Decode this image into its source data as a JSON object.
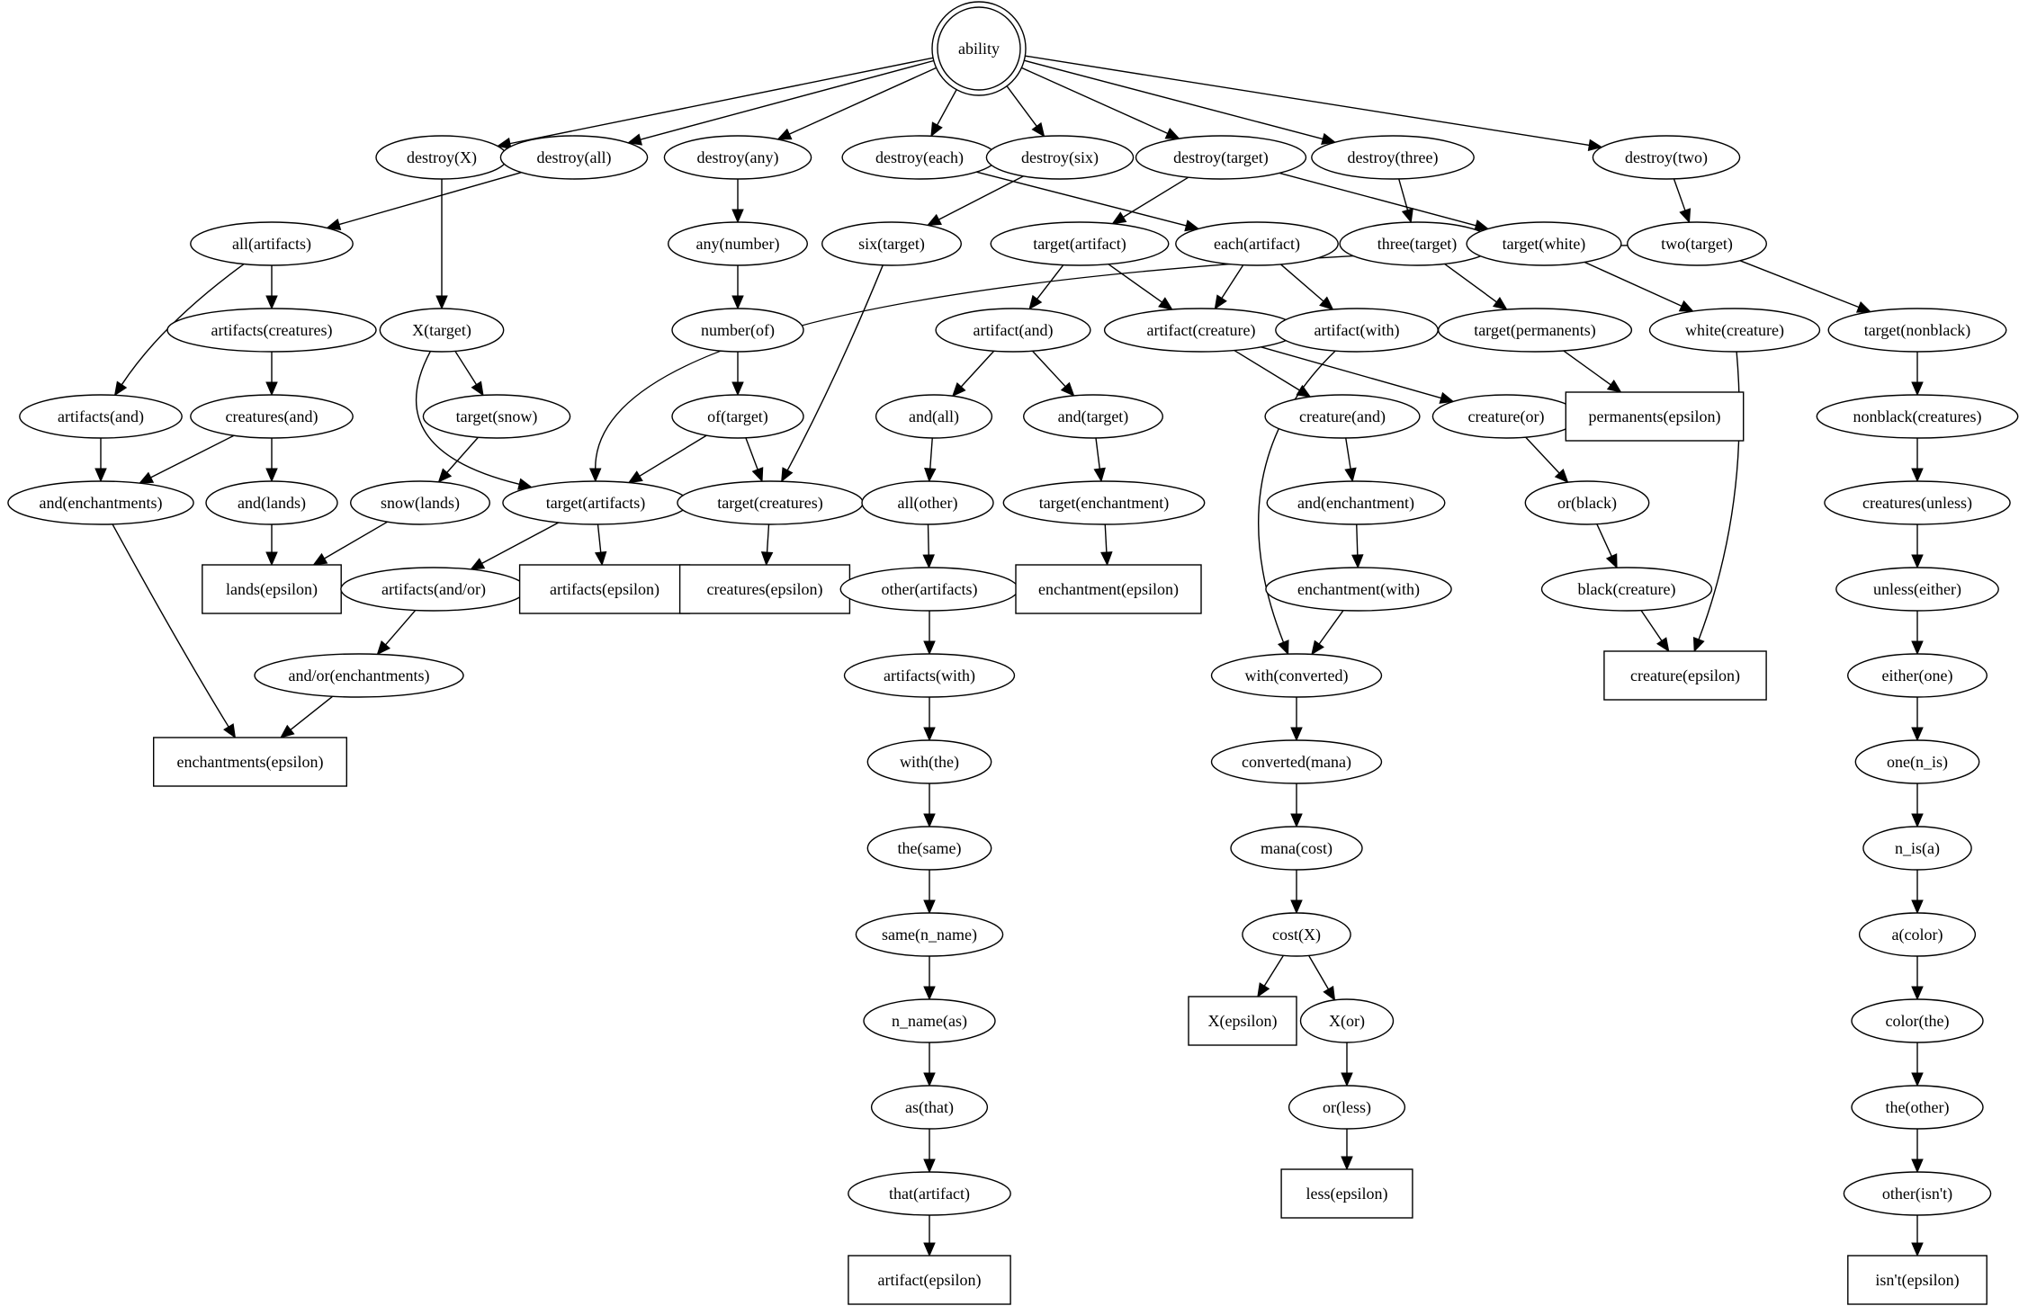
{
  "graph": {
    "type": "directed-tree",
    "root": "ability",
    "colors": {
      "stroke": "#000000",
      "fill": "#ffffff",
      "text": "#000000"
    },
    "nodes": [
      {
        "id": "ability",
        "label": "ability",
        "shape": "doublecircle"
      },
      {
        "id": "destroy_X",
        "label": "destroy(X)",
        "shape": "ellipse"
      },
      {
        "id": "destroy_all",
        "label": "destroy(all)",
        "shape": "ellipse"
      },
      {
        "id": "destroy_any",
        "label": "destroy(any)",
        "shape": "ellipse"
      },
      {
        "id": "destroy_each",
        "label": "destroy(each)",
        "shape": "ellipse"
      },
      {
        "id": "destroy_six",
        "label": "destroy(six)",
        "shape": "ellipse"
      },
      {
        "id": "destroy_target",
        "label": "destroy(target)",
        "shape": "ellipse"
      },
      {
        "id": "destroy_three",
        "label": "destroy(three)",
        "shape": "ellipse"
      },
      {
        "id": "destroy_two",
        "label": "destroy(two)",
        "shape": "ellipse"
      },
      {
        "id": "all_artifacts",
        "label": "all(artifacts)",
        "shape": "ellipse"
      },
      {
        "id": "any_number",
        "label": "any(number)",
        "shape": "ellipse"
      },
      {
        "id": "six_target",
        "label": "six(target)",
        "shape": "ellipse"
      },
      {
        "id": "target_artifact",
        "label": "target(artifact)",
        "shape": "ellipse"
      },
      {
        "id": "each_artifact",
        "label": "each(artifact)",
        "shape": "ellipse"
      },
      {
        "id": "three_target",
        "label": "three(target)",
        "shape": "ellipse"
      },
      {
        "id": "target_white",
        "label": "target(white)",
        "shape": "ellipse"
      },
      {
        "id": "two_target",
        "label": "two(target)",
        "shape": "ellipse"
      },
      {
        "id": "artifacts_creatures",
        "label": "artifacts(creatures)",
        "shape": "ellipse"
      },
      {
        "id": "X_target",
        "label": "X(target)",
        "shape": "ellipse"
      },
      {
        "id": "number_of",
        "label": "number(of)",
        "shape": "ellipse"
      },
      {
        "id": "artifact_and",
        "label": "artifact(and)",
        "shape": "ellipse"
      },
      {
        "id": "artifact_creature",
        "label": "artifact(creature)",
        "shape": "ellipse"
      },
      {
        "id": "artifact_with",
        "label": "artifact(with)",
        "shape": "ellipse"
      },
      {
        "id": "target_permanents",
        "label": "target(permanents)",
        "shape": "ellipse"
      },
      {
        "id": "white_creature",
        "label": "white(creature)",
        "shape": "ellipse"
      },
      {
        "id": "target_nonblack",
        "label": "target(nonblack)",
        "shape": "ellipse"
      },
      {
        "id": "artifacts_and",
        "label": "artifacts(and)",
        "shape": "ellipse"
      },
      {
        "id": "creatures_and",
        "label": "creatures(and)",
        "shape": "ellipse"
      },
      {
        "id": "target_snow",
        "label": "target(snow)",
        "shape": "ellipse"
      },
      {
        "id": "of_target",
        "label": "of(target)",
        "shape": "ellipse"
      },
      {
        "id": "and_all",
        "label": "and(all)",
        "shape": "ellipse"
      },
      {
        "id": "and_target",
        "label": "and(target)",
        "shape": "ellipse"
      },
      {
        "id": "creature_and",
        "label": "creature(and)",
        "shape": "ellipse"
      },
      {
        "id": "creature_or",
        "label": "creature(or)",
        "shape": "ellipse"
      },
      {
        "id": "permanents_epsilon",
        "label": "permanents(epsilon)",
        "shape": "box"
      },
      {
        "id": "nonblack_creatures",
        "label": "nonblack(creatures)",
        "shape": "ellipse"
      },
      {
        "id": "and_enchantments",
        "label": "and(enchantments)",
        "shape": "ellipse"
      },
      {
        "id": "and_lands",
        "label": "and(lands)",
        "shape": "ellipse"
      },
      {
        "id": "snow_lands",
        "label": "snow(lands)",
        "shape": "ellipse"
      },
      {
        "id": "target_artifacts",
        "label": "target(artifacts)",
        "shape": "ellipse"
      },
      {
        "id": "target_creatures",
        "label": "target(creatures)",
        "shape": "ellipse"
      },
      {
        "id": "all_other",
        "label": "all(other)",
        "shape": "ellipse"
      },
      {
        "id": "target_enchantment",
        "label": "target(enchantment)",
        "shape": "ellipse"
      },
      {
        "id": "and_enchantment",
        "label": "and(enchantment)",
        "shape": "ellipse"
      },
      {
        "id": "or_black",
        "label": "or(black)",
        "shape": "ellipse"
      },
      {
        "id": "creatures_unless",
        "label": "creatures(unless)",
        "shape": "ellipse"
      },
      {
        "id": "lands_epsilon",
        "label": "lands(epsilon)",
        "shape": "box"
      },
      {
        "id": "artifacts_andor",
        "label": "artifacts(and/or)",
        "shape": "ellipse"
      },
      {
        "id": "artifacts_epsilon",
        "label": "artifacts(epsilon)",
        "shape": "box"
      },
      {
        "id": "creatures_epsilon",
        "label": "creatures(epsilon)",
        "shape": "box"
      },
      {
        "id": "other_artifacts",
        "label": "other(artifacts)",
        "shape": "ellipse"
      },
      {
        "id": "enchantment_epsilon",
        "label": "enchantment(epsilon)",
        "shape": "box"
      },
      {
        "id": "enchantment_with",
        "label": "enchantment(with)",
        "shape": "ellipse"
      },
      {
        "id": "black_creature",
        "label": "black(creature)",
        "shape": "ellipse"
      },
      {
        "id": "unless_either",
        "label": "unless(either)",
        "shape": "ellipse"
      },
      {
        "id": "andor_enchantments",
        "label": "and/or(enchantments)",
        "shape": "ellipse"
      },
      {
        "id": "artifacts_with",
        "label": "artifacts(with)",
        "shape": "ellipse"
      },
      {
        "id": "with_converted",
        "label": "with(converted)",
        "shape": "ellipse"
      },
      {
        "id": "creature_epsilon",
        "label": "creature(epsilon)",
        "shape": "box"
      },
      {
        "id": "either_one",
        "label": "either(one)",
        "shape": "ellipse"
      },
      {
        "id": "enchantments_epsilon",
        "label": "enchantments(epsilon)",
        "shape": "box"
      },
      {
        "id": "with_the",
        "label": "with(the)",
        "shape": "ellipse"
      },
      {
        "id": "converted_mana",
        "label": "converted(mana)",
        "shape": "ellipse"
      },
      {
        "id": "one_n_is",
        "label": "one(n_is)",
        "shape": "ellipse"
      },
      {
        "id": "the_same",
        "label": "the(same)",
        "shape": "ellipse"
      },
      {
        "id": "mana_cost",
        "label": "mana(cost)",
        "shape": "ellipse"
      },
      {
        "id": "n_is_a",
        "label": "n_is(a)",
        "shape": "ellipse"
      },
      {
        "id": "same_n_name",
        "label": "same(n_name)",
        "shape": "ellipse"
      },
      {
        "id": "cost_X",
        "label": "cost(X)",
        "shape": "ellipse"
      },
      {
        "id": "a_color",
        "label": "a(color)",
        "shape": "ellipse"
      },
      {
        "id": "n_name_as",
        "label": "n_name(as)",
        "shape": "ellipse"
      },
      {
        "id": "X_epsilon",
        "label": "X(epsilon)",
        "shape": "box"
      },
      {
        "id": "X_or",
        "label": "X(or)",
        "shape": "ellipse"
      },
      {
        "id": "color_the",
        "label": "color(the)",
        "shape": "ellipse"
      },
      {
        "id": "as_that",
        "label": "as(that)",
        "shape": "ellipse"
      },
      {
        "id": "or_less",
        "label": "or(less)",
        "shape": "ellipse"
      },
      {
        "id": "the_other",
        "label": "the(other)",
        "shape": "ellipse"
      },
      {
        "id": "that_artifact",
        "label": "that(artifact)",
        "shape": "ellipse"
      },
      {
        "id": "less_epsilon",
        "label": "less(epsilon)",
        "shape": "box"
      },
      {
        "id": "other_isnt",
        "label": "other(isn't)",
        "shape": "ellipse"
      },
      {
        "id": "artifact_epsilon",
        "label": "artifact(epsilon)",
        "shape": "box"
      },
      {
        "id": "isnt_epsilon",
        "label": "isn't(epsilon)",
        "shape": "box"
      }
    ],
    "edges": [
      [
        "ability",
        "destroy_X"
      ],
      [
        "ability",
        "destroy_all"
      ],
      [
        "ability",
        "destroy_any"
      ],
      [
        "ability",
        "destroy_each"
      ],
      [
        "ability",
        "destroy_six"
      ],
      [
        "ability",
        "destroy_target"
      ],
      [
        "ability",
        "destroy_three"
      ],
      [
        "ability",
        "destroy_two"
      ],
      [
        "destroy_X",
        "X_target"
      ],
      [
        "destroy_all",
        "all_artifacts"
      ],
      [
        "destroy_any",
        "any_number"
      ],
      [
        "destroy_each",
        "each_artifact"
      ],
      [
        "destroy_six",
        "six_target"
      ],
      [
        "destroy_target",
        "target_artifact"
      ],
      [
        "destroy_target",
        "target_white"
      ],
      [
        "destroy_three",
        "three_target"
      ],
      [
        "destroy_two",
        "two_target"
      ],
      [
        "all_artifacts",
        "artifacts_and"
      ],
      [
        "all_artifacts",
        "artifacts_creatures"
      ],
      [
        "artifacts_creatures",
        "creatures_and"
      ],
      [
        "artifacts_and",
        "and_enchantments"
      ],
      [
        "creatures_and",
        "and_enchantments"
      ],
      [
        "creatures_and",
        "and_lands"
      ],
      [
        "and_lands",
        "lands_epsilon"
      ],
      [
        "and_enchantments",
        "enchantments_epsilon"
      ],
      [
        "X_target",
        "target_snow"
      ],
      [
        "X_target",
        "target_artifacts"
      ],
      [
        "target_snow",
        "snow_lands"
      ],
      [
        "snow_lands",
        "lands_epsilon"
      ],
      [
        "any_number",
        "number_of"
      ],
      [
        "number_of",
        "of_target"
      ],
      [
        "of_target",
        "target_artifacts"
      ],
      [
        "of_target",
        "target_creatures"
      ],
      [
        "six_target",
        "target_creatures"
      ],
      [
        "target_creatures",
        "creatures_epsilon"
      ],
      [
        "two_target",
        "target_artifacts"
      ],
      [
        "two_target",
        "target_nonblack"
      ],
      [
        "target_artifacts",
        "artifacts_andor"
      ],
      [
        "target_artifacts",
        "artifacts_epsilon"
      ],
      [
        "artifacts_andor",
        "andor_enchantments"
      ],
      [
        "andor_enchantments",
        "enchantments_epsilon"
      ],
      [
        "target_artifact",
        "artifact_and"
      ],
      [
        "target_artifact",
        "artifact_creature"
      ],
      [
        "artifact_and",
        "and_all"
      ],
      [
        "artifact_and",
        "and_target"
      ],
      [
        "and_all",
        "all_other"
      ],
      [
        "all_other",
        "other_artifacts"
      ],
      [
        "other_artifacts",
        "artifacts_with"
      ],
      [
        "artifacts_with",
        "with_the"
      ],
      [
        "with_the",
        "the_same"
      ],
      [
        "the_same",
        "same_n_name"
      ],
      [
        "same_n_name",
        "n_name_as"
      ],
      [
        "n_name_as",
        "as_that"
      ],
      [
        "as_that",
        "that_artifact"
      ],
      [
        "that_artifact",
        "artifact_epsilon"
      ],
      [
        "and_target",
        "target_enchantment"
      ],
      [
        "target_enchantment",
        "enchantment_epsilon"
      ],
      [
        "each_artifact",
        "artifact_creature"
      ],
      [
        "each_artifact",
        "artifact_with"
      ],
      [
        "artifact_creature",
        "creature_and"
      ],
      [
        "artifact_creature",
        "creature_or"
      ],
      [
        "creature_and",
        "and_enchantment"
      ],
      [
        "and_enchantment",
        "enchantment_with"
      ],
      [
        "enchantment_with",
        "with_converted"
      ],
      [
        "artifact_with",
        "with_converted"
      ],
      [
        "with_converted",
        "converted_mana"
      ],
      [
        "converted_mana",
        "mana_cost"
      ],
      [
        "mana_cost",
        "cost_X"
      ],
      [
        "cost_X",
        "X_epsilon"
      ],
      [
        "cost_X",
        "X_or"
      ],
      [
        "X_or",
        "or_less"
      ],
      [
        "or_less",
        "less_epsilon"
      ],
      [
        "creature_or",
        "or_black"
      ],
      [
        "or_black",
        "black_creature"
      ],
      [
        "black_creature",
        "creature_epsilon"
      ],
      [
        "three_target",
        "target_permanents"
      ],
      [
        "target_permanents",
        "permanents_epsilon"
      ],
      [
        "target_white",
        "white_creature"
      ],
      [
        "white_creature",
        "creature_epsilon"
      ],
      [
        "target_nonblack",
        "nonblack_creatures"
      ],
      [
        "nonblack_creatures",
        "creatures_unless"
      ],
      [
        "creatures_unless",
        "unless_either"
      ],
      [
        "unless_either",
        "either_one"
      ],
      [
        "either_one",
        "one_n_is"
      ],
      [
        "one_n_is",
        "n_is_a"
      ],
      [
        "n_is_a",
        "a_color"
      ],
      [
        "a_color",
        "color_the"
      ],
      [
        "color_the",
        "the_other"
      ],
      [
        "the_other",
        "other_isnt"
      ],
      [
        "other_isnt",
        "isnt_epsilon"
      ]
    ]
  }
}
